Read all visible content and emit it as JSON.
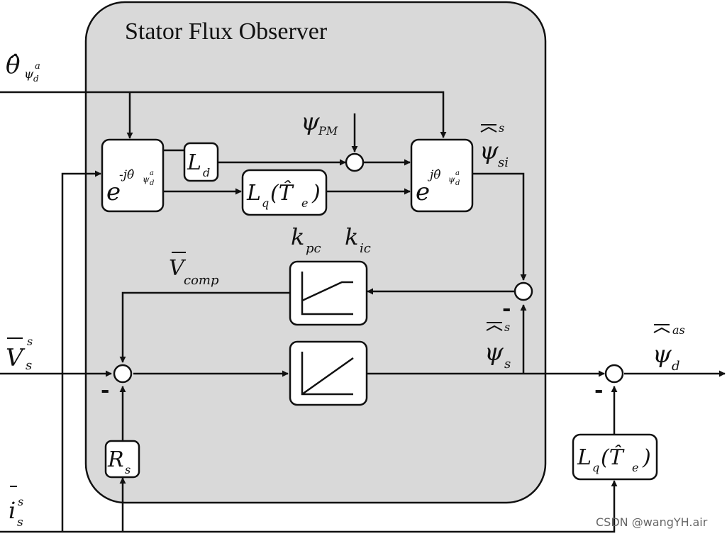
{
  "title": "Stator Flux Observer",
  "inputs": {
    "theta_sym": "θ̂",
    "theta_sub": "ψ",
    "theta_subsub": "d",
    "theta_sup": "a",
    "vs_sym": "V",
    "vs_sub": "s",
    "vs_sup": "s",
    "is_sym": "i",
    "is_sub": "s",
    "is_sup": "s"
  },
  "blocks": {
    "rot_neg_base": "e",
    "rot_neg_exp": "-jθ̂",
    "rot_neg_exp_sub": "ψ",
    "rot_neg_exp_subsub": "d",
    "rot_neg_exp_sup": "a",
    "ld_sym": "L",
    "ld_sub": "d",
    "lq_sym": "L",
    "lq_sub": "q",
    "lq_arg": "(T̂",
    "lq_arg_sub": "e",
    "lq_arg_close": ")",
    "rot_pos_base": "e",
    "rot_pos_exp": "jθ̂",
    "rot_pos_exp_sub": "ψ",
    "rot_pos_exp_subsub": "d",
    "rot_pos_exp_sup": "a",
    "pi_kp_sym": "k",
    "pi_kp_sub": "pc",
    "pi_ki_sym": "k",
    "pi_ki_sub": "ic",
    "rs_sym": "R",
    "rs_sub": "s",
    "lq_out_sym": "L",
    "lq_out_sub": "q",
    "lq_out_arg": "(T̂",
    "lq_out_arg_sub": "e",
    "lq_out_arg_close": ")"
  },
  "signals": {
    "psi_pm_sym": "ψ",
    "psi_pm_sub": "PM",
    "psi_si_sym": "ψ",
    "psi_si_sub": "si",
    "psi_si_sup": "s",
    "vcomp_sym": "V",
    "vcomp_sub": "comp",
    "psi_s_sym": "ψ",
    "psi_s_sub": "s",
    "psi_s_sup": "s",
    "psi_d_sym": "ψ",
    "psi_d_sub": "d",
    "psi_d_sup": "as"
  },
  "signs": {
    "minus_pi": "-",
    "minus_int": "-",
    "minus_out": "-"
  },
  "watermark": "CSDN @wangYH.air"
}
